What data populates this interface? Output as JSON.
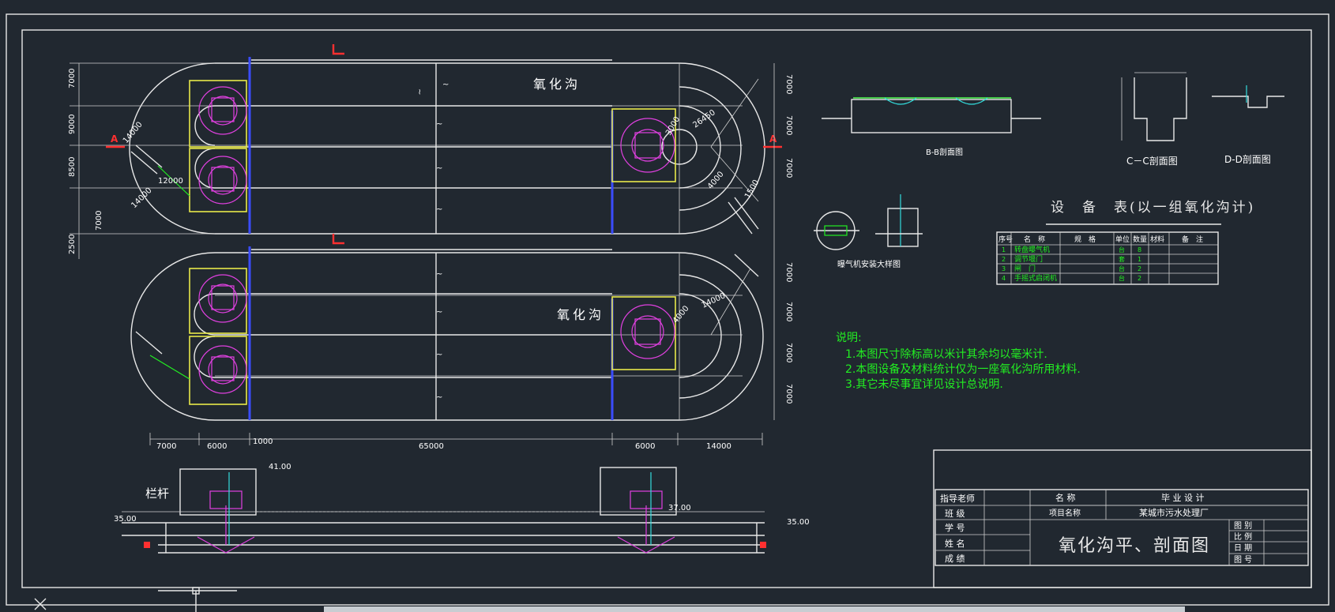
{
  "plan": {
    "ditch_label_1": "氧化沟",
    "ditch_label_2": "氧化沟",
    "section_a_left": "A",
    "section_a_right": "A",
    "left_dims": [
      "7000",
      "9000",
      "8500",
      "7000",
      "2500"
    ],
    "right_dims_top": [
      "7000",
      "7000",
      "7000"
    ],
    "right_dims_bottom": [
      "7000",
      "7000",
      "7000",
      "7000"
    ],
    "bottom_dims": [
      "7000",
      "6000",
      "1000",
      "65000",
      "6000",
      "14000"
    ],
    "radius_dims": [
      "14000",
      "12000",
      "14000",
      "26450",
      "4000",
      "1500",
      "3000",
      "14000",
      "4000"
    ]
  },
  "elevation": {
    "railing_label": "栏杆",
    "levels": [
      "41.00",
      "37.00",
      "35.00",
      "35.00"
    ]
  },
  "details": {
    "section_b_title": "B-B剖面图",
    "section_c_title": "C－C剖面图",
    "section_d_title": "D-D剖面图",
    "aerator_title": "曝气机安装大样图"
  },
  "equipment": {
    "title": "设　备　表(以一组氧化沟计)",
    "headers": [
      "序号",
      "名　称",
      "规　格",
      "单位",
      "数量",
      "材料",
      "备　注"
    ],
    "rows": [
      [
        "1",
        "转盘曝气机",
        "",
        "台",
        "8",
        "",
        ""
      ],
      [
        "2",
        "调节堰门",
        "",
        "套",
        "1",
        "",
        ""
      ],
      [
        "3",
        "闸　门",
        "",
        "台",
        "2",
        "",
        ""
      ],
      [
        "4",
        "手摇式启闭机",
        "",
        "台",
        "2",
        "",
        ""
      ]
    ]
  },
  "notes": {
    "heading": "说明:",
    "items": [
      "1.本图尺寸除标高以米计其余均以毫米计.",
      "2.本图设备及材料统计仅为一座氧化沟所用材料.",
      "3.其它未尽事宜详见设计总说明."
    ]
  },
  "title_block": {
    "advisor": "指导老师",
    "class": "班 级",
    "student_id": "学 号",
    "name": "姓 名",
    "score": "成 绩",
    "col_name": "名 称",
    "col_design": "毕 业 设 计",
    "project_name": "项目名称",
    "project": "某城市污水处理厂",
    "drawing_title": "氧化沟平、剖面图",
    "sheet_labels": [
      "图 别",
      "比 例",
      "日 期",
      "图 号"
    ]
  },
  "colors": {
    "background": "#212830",
    "line": "#e8e8e8",
    "aerator_frame": "#e8e84a",
    "aerator": "#e040e0",
    "notes": "#22ee22",
    "section_mark": "#ff3030",
    "gate": "#3a4cff"
  }
}
